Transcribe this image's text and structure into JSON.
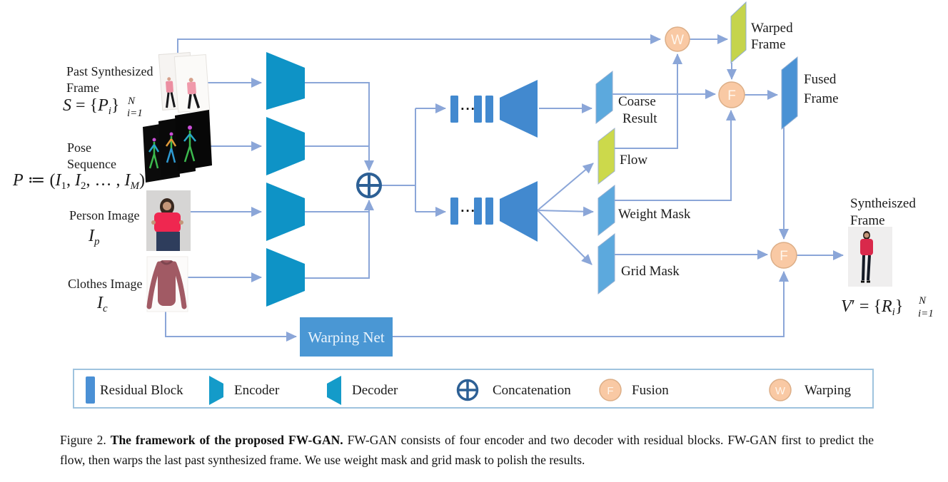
{
  "figure": {
    "inputs": {
      "past": {
        "line1": "Past Synthesized",
        "line2": "Frame"
      },
      "pose": {
        "line1": "Pose",
        "line2": "Sequence"
      },
      "person": {
        "label": "Person Image"
      },
      "clothes": {
        "label": "Clothes Image"
      }
    },
    "formulas": {
      "s": {
        "var": "S",
        "mid": " = {",
        "p": "P",
        "sub": "i",
        "close": "}",
        "sup": "N",
        "under": "i=1"
      },
      "p": {
        "var": "P",
        "mid": " ≔ (",
        "i1": "I",
        "s1": "1",
        "c1": ", ",
        "i2": "I",
        "s2": "2",
        "c2": ", … , ",
        "i3": "I",
        "s3": "M",
        "end": ")"
      },
      "ip": {
        "var": "I",
        "sub": "p"
      },
      "ic": {
        "var": "I",
        "sub": "c"
      },
      "v": {
        "var": "V",
        "mid": "′ = {",
        "p": "R",
        "sub": "i",
        "close": "}",
        "sup": "N",
        "under": "i=1"
      }
    },
    "outputs": {
      "coarse": {
        "line1": "Coarse",
        "line2": "Result"
      },
      "flow": "Flow",
      "weight": "Weight Mask",
      "grid": "Grid Mask",
      "warped": {
        "line1": "Warped",
        "line2": "Frame"
      },
      "fused": {
        "line1": "Fused",
        "line2": "Frame"
      },
      "synthesized": {
        "line1": "Syntheiszed",
        "line2": "Frame"
      }
    },
    "nodes": {
      "warping_net": "Warping Net",
      "fusion_letter": "F",
      "warp_letter": "W",
      "dots": "···"
    },
    "legend": {
      "residual": "Residual Block",
      "encoder": "Encoder",
      "decoder": "Decoder",
      "concatenation": "Concatenation",
      "fusion": "Fusion",
      "warping": "Warping"
    },
    "caption": {
      "prefix": "Figure 2. ",
      "bold": "The framework of the proposed FW-GAN.",
      "rest": " FW-GAN consists of four encoder and two decoder with residual blocks. FW-GAN first to predict the flow, then warps the last past synthesized frame. We use weight mask and grid mask to polish the results."
    },
    "colors": {
      "encoder_blue": "#0e93c6",
      "block_blue": "#4289cf",
      "result_blue": "#5ca9dd",
      "fused_blue": "#4a92d4",
      "flow_yellow": "#ccd94b",
      "node_peach": "#f9c9a4",
      "line_blue": "#8ba6d8",
      "concat_navy": "#2d6095"
    }
  }
}
